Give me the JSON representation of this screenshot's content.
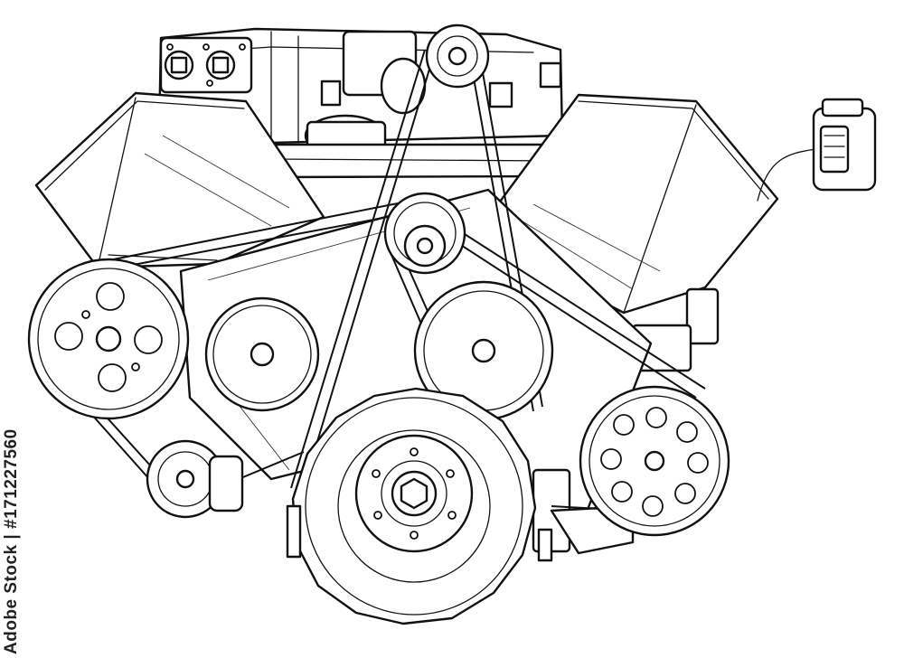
{
  "image": {
    "subject": "line-drawing-v8-engine",
    "stock_id_label": "Adobe Stock | #171227560"
  },
  "parts": {
    "drawing": "engine-drawing",
    "crank_pulley": "crankshaft-pulley",
    "water_pump": "water-pump-pulley",
    "alternator": "alternator-pulley",
    "power_steering": "power-steering-pulley",
    "fan": "fan-pulley",
    "idlers": "idler-pulleys",
    "tensioner": "tensioner-pulley",
    "belts": "serpentine-belts",
    "sensor": "sensor-connector"
  },
  "colors": {
    "line": "#111111",
    "background": "#ffffff"
  }
}
